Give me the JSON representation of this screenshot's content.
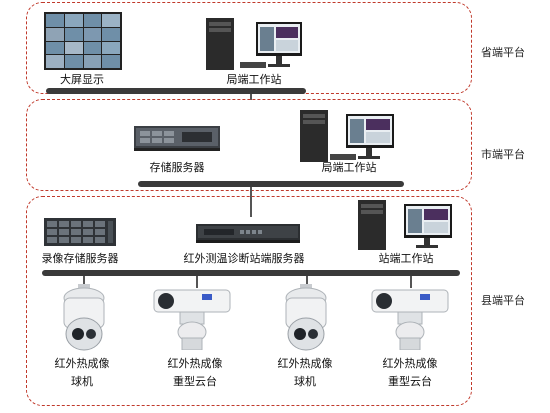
{
  "tiers": {
    "province": "省端平台",
    "city": "市端平台",
    "county": "县端平台"
  },
  "nodes": {
    "videowall": "大屏显示",
    "province_ws": "局端工作站",
    "storage_server": "存储服务器",
    "city_ws": "局端工作站",
    "nvr_server": "录像存储服务器",
    "diag_server": "红外测温诊断站端服务器",
    "station_ws": "站端工作站",
    "cam1_line1": "红外热成像",
    "cam1_line2": "球机",
    "cam2_line1": "红外热成像",
    "cam2_line2": "重型云台",
    "cam3_line1": "红外热成像",
    "cam3_line2": "球机",
    "cam4_line1": "红外热成像",
    "cam4_line2": "重型云台"
  },
  "colors": {
    "region_border": "#c0392b",
    "bus": "#3a3a3a"
  }
}
